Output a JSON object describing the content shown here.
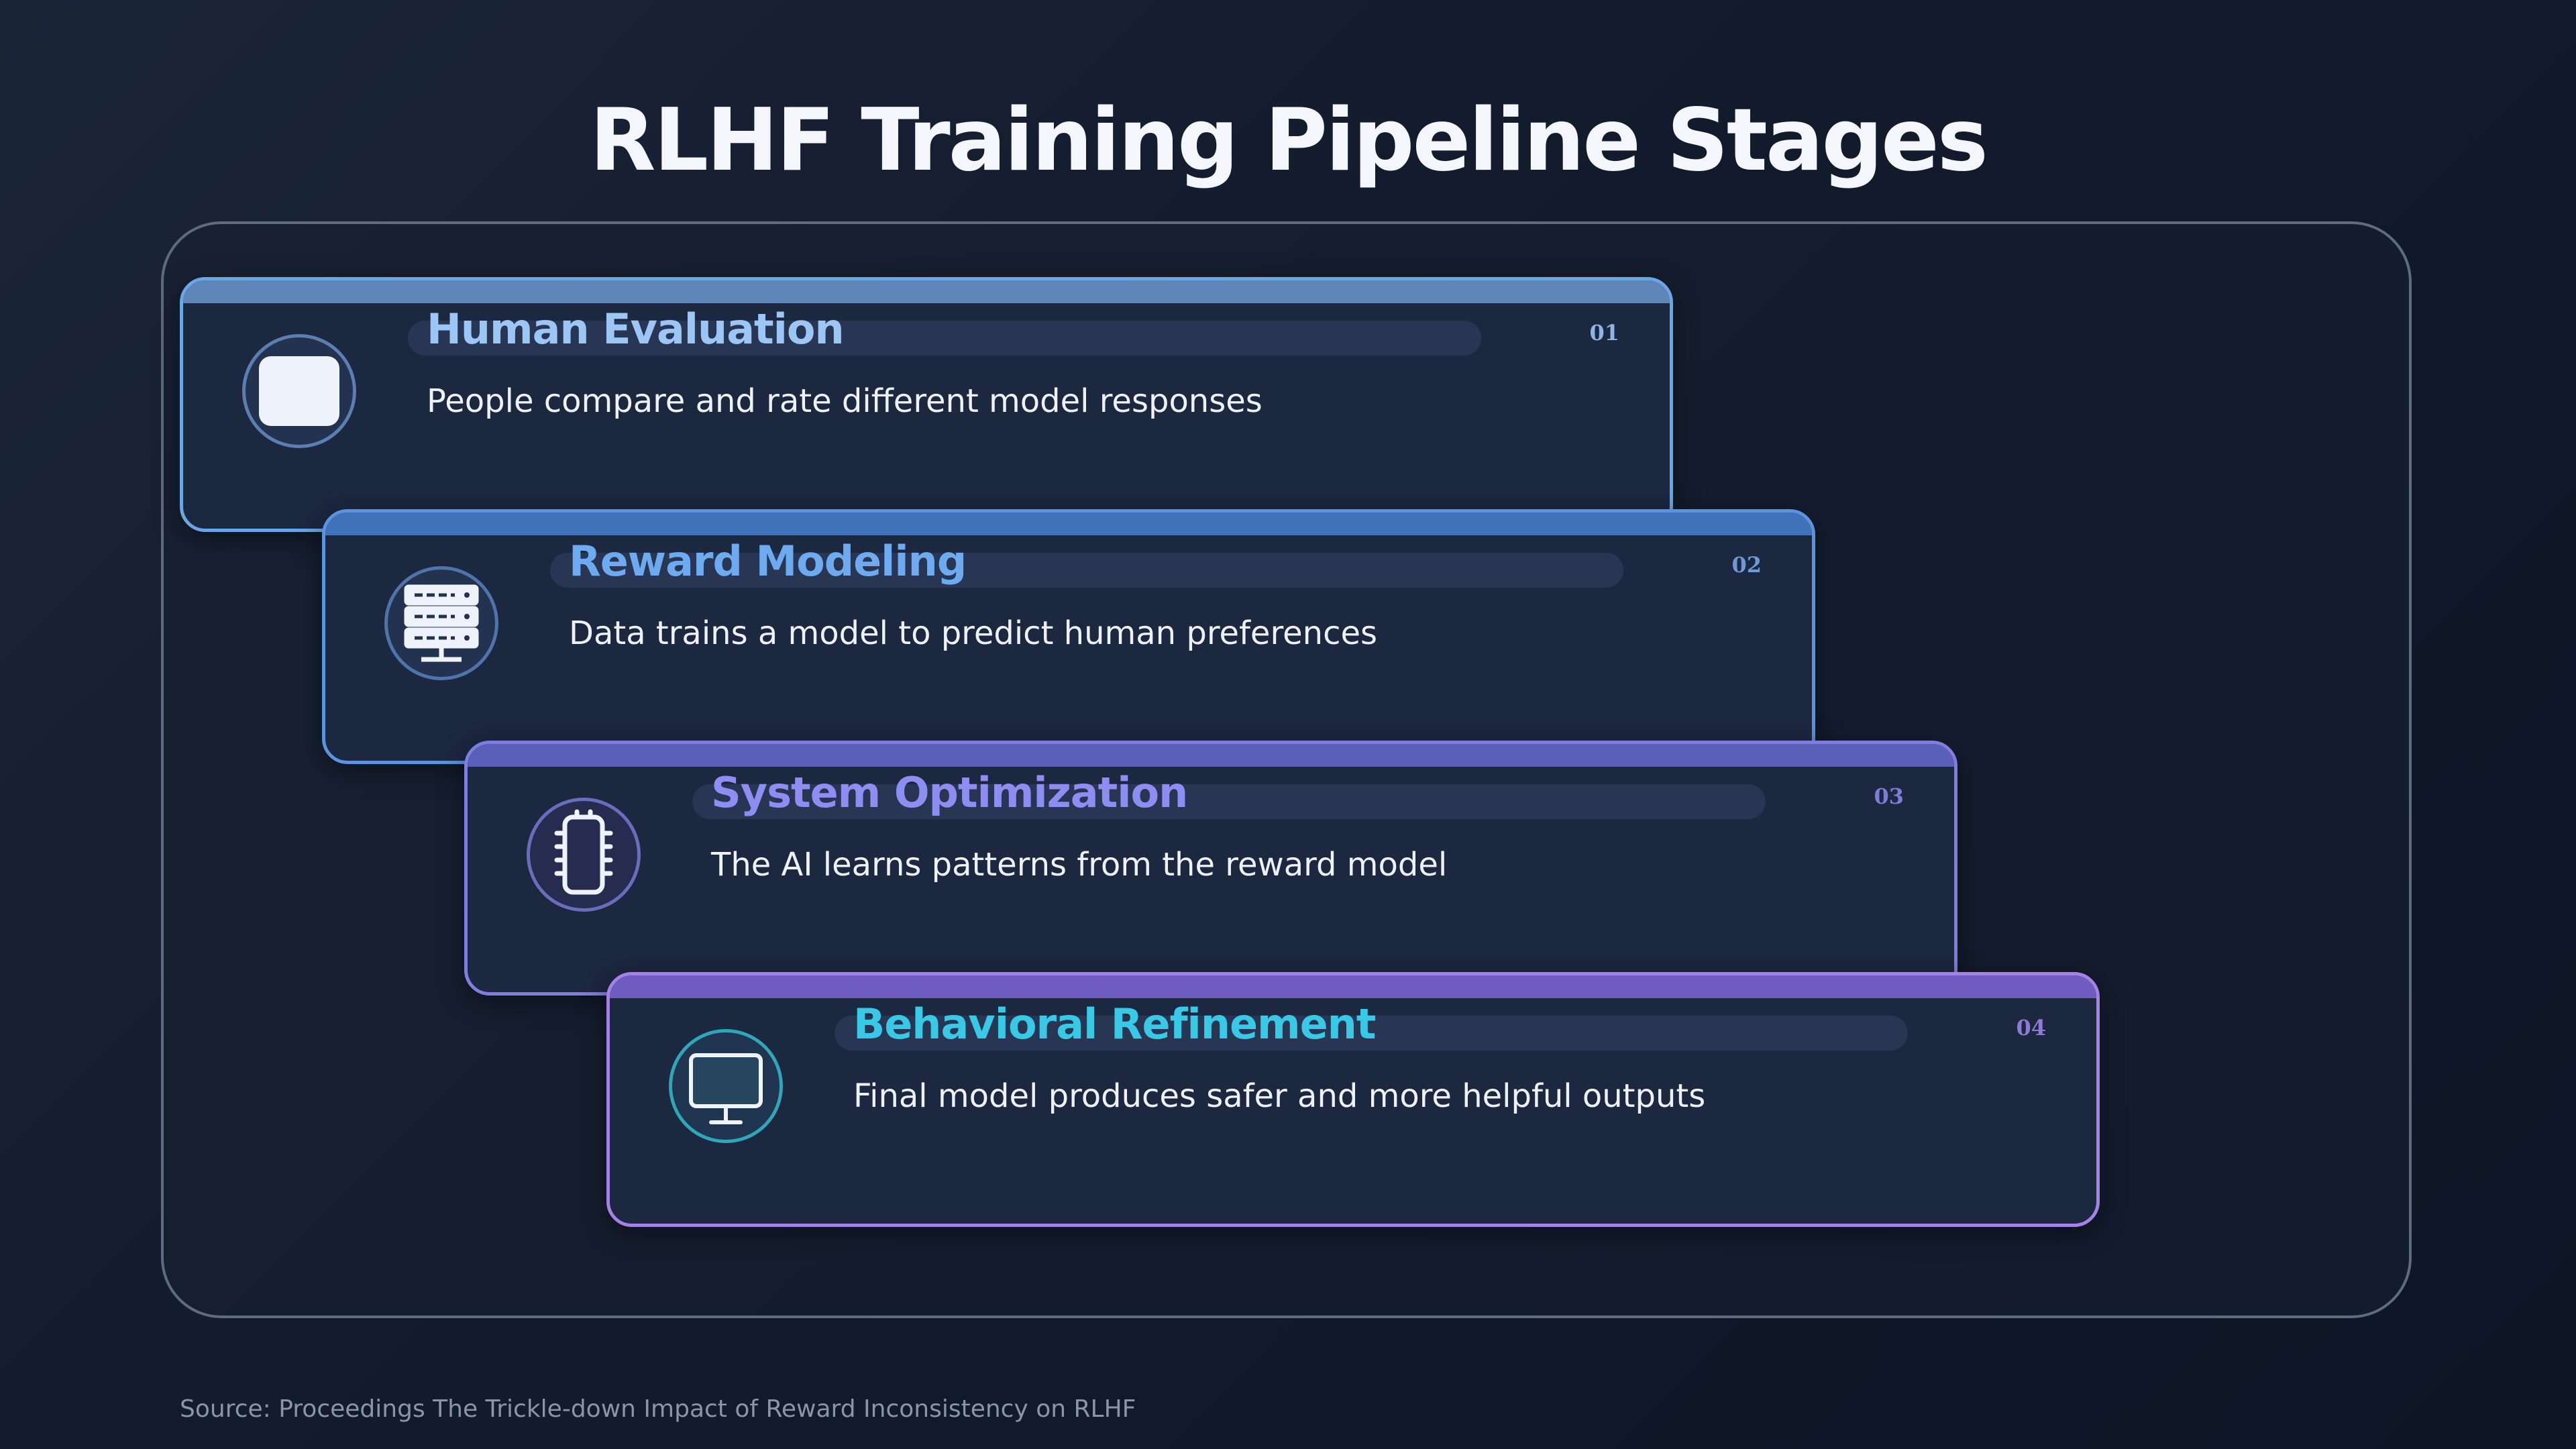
{
  "title": "RLHF Training Pipeline Stages",
  "stages": [
    {
      "number": "01",
      "title": "Human Evaluation",
      "description": "People compare and rate different model responses",
      "icon": "document-icon",
      "title_color": "#9cc6f5",
      "border_color": "#6aa6e6"
    },
    {
      "number": "02",
      "title": "Reward Modeling",
      "description": "Data trains a model to predict human preferences",
      "icon": "server-icon",
      "title_color": "#6eaaf0",
      "border_color": "#5b93e0"
    },
    {
      "number": "03",
      "title": "System Optimization",
      "description": "The AI learns patterns from the reward model",
      "icon": "chip-icon",
      "title_color": "#8f8cf2",
      "border_color": "#7f7ee0"
    },
    {
      "number": "04",
      "title": "Behavioral Refinement",
      "description": "Final model produces safer and more helpful outputs",
      "icon": "monitor-icon",
      "title_color": "#37c9e6",
      "border_color": "#a482e6"
    }
  ],
  "source": "Source: Proceedings The Trickle-down Impact of Reward Inconsistency on RLHF"
}
